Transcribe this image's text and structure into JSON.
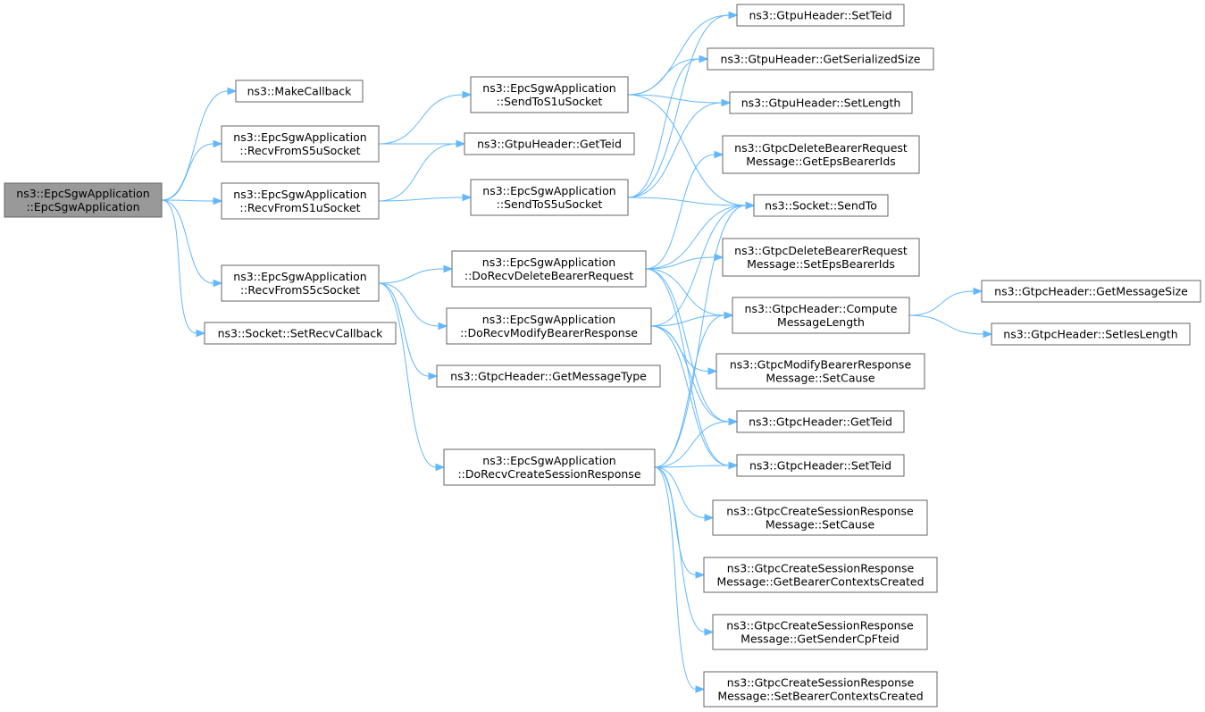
{
  "graph": {
    "root": "n0",
    "colors": {
      "edge": "#63b8ff",
      "node_border": "#666666",
      "root_fill": "#999999",
      "node_fill": "#ffffff"
    },
    "nodes": [
      {
        "id": "n0",
        "lines": [
          "ns3::EpcSgwApplication",
          "::EpcSgwApplication"
        ]
      },
      {
        "id": "n1",
        "lines": [
          "ns3::MakeCallback"
        ]
      },
      {
        "id": "n2",
        "lines": [
          "ns3::EpcSgwApplication",
          "::RecvFromS5uSocket"
        ]
      },
      {
        "id": "n3",
        "lines": [
          "ns3::EpcSgwApplication",
          "::RecvFromS1uSocket"
        ]
      },
      {
        "id": "n4",
        "lines": [
          "ns3::EpcSgwApplication",
          "::RecvFromS5cSocket"
        ]
      },
      {
        "id": "n5",
        "lines": [
          "ns3::Socket::SetRecvCallback"
        ]
      },
      {
        "id": "n6",
        "lines": [
          "ns3::EpcSgwApplication",
          "::SendToS1uSocket"
        ]
      },
      {
        "id": "n7",
        "lines": [
          "ns3::GtpuHeader::GetTeid"
        ]
      },
      {
        "id": "n8",
        "lines": [
          "ns3::EpcSgwApplication",
          "::SendToS5uSocket"
        ]
      },
      {
        "id": "n9",
        "lines": [
          "ns3::EpcSgwApplication",
          "::DoRecvDeleteBearerRequest"
        ]
      },
      {
        "id": "n10",
        "lines": [
          "ns3::EpcSgwApplication",
          "::DoRecvModifyBearerResponse"
        ]
      },
      {
        "id": "n11",
        "lines": [
          "ns3::GtpcHeader::GetMessageType"
        ]
      },
      {
        "id": "n12",
        "lines": [
          "ns3::EpcSgwApplication",
          "::DoRecvCreateSessionResponse"
        ]
      },
      {
        "id": "n13",
        "lines": [
          "ns3::GtpuHeader::SetTeid"
        ]
      },
      {
        "id": "n14",
        "lines": [
          "ns3::GtpuHeader::GetSerializedSize"
        ]
      },
      {
        "id": "n15",
        "lines": [
          "ns3::GtpuHeader::SetLength"
        ]
      },
      {
        "id": "n16",
        "lines": [
          "ns3::GtpcDeleteBearerRequest",
          "Message::GetEpsBearerIds"
        ]
      },
      {
        "id": "n17",
        "lines": [
          "ns3::Socket::SendTo"
        ]
      },
      {
        "id": "n18",
        "lines": [
          "ns3::GtpcDeleteBearerRequest",
          "Message::SetEpsBearerIds"
        ]
      },
      {
        "id": "n19",
        "lines": [
          "ns3::GtpcHeader::Compute",
          "MessageLength"
        ]
      },
      {
        "id": "n20",
        "lines": [
          "ns3::GtpcModifyBearerResponse",
          "Message::SetCause"
        ]
      },
      {
        "id": "n21",
        "lines": [
          "ns3::GtpcHeader::GetTeid"
        ]
      },
      {
        "id": "n22",
        "lines": [
          "ns3::GtpcHeader::SetTeid"
        ]
      },
      {
        "id": "n23",
        "lines": [
          "ns3::GtpcCreateSessionResponse",
          "Message::SetCause"
        ]
      },
      {
        "id": "n24",
        "lines": [
          "ns3::GtpcCreateSessionResponse",
          "Message::GetBearerContextsCreated"
        ]
      },
      {
        "id": "n25",
        "lines": [
          "ns3::GtpcCreateSessionResponse",
          "Message::GetSenderCpFteid"
        ]
      },
      {
        "id": "n26",
        "lines": [
          "ns3::GtpcCreateSessionResponse",
          "Message::SetBearerContextsCreated"
        ]
      },
      {
        "id": "n27",
        "lines": [
          "ns3::GtpcHeader::GetMessageSize"
        ]
      },
      {
        "id": "n28",
        "lines": [
          "ns3::GtpcHeader::SetIesLength"
        ]
      }
    ],
    "edges": [
      [
        "n0",
        "n1"
      ],
      [
        "n0",
        "n2"
      ],
      [
        "n0",
        "n3"
      ],
      [
        "n0",
        "n4"
      ],
      [
        "n0",
        "n5"
      ],
      [
        "n2",
        "n6"
      ],
      [
        "n2",
        "n7"
      ],
      [
        "n3",
        "n7"
      ],
      [
        "n3",
        "n8"
      ],
      [
        "n4",
        "n9"
      ],
      [
        "n4",
        "n10"
      ],
      [
        "n4",
        "n11"
      ],
      [
        "n4",
        "n12"
      ],
      [
        "n6",
        "n13"
      ],
      [
        "n6",
        "n14"
      ],
      [
        "n6",
        "n15"
      ],
      [
        "n6",
        "n17"
      ],
      [
        "n8",
        "n13"
      ],
      [
        "n8",
        "n14"
      ],
      [
        "n8",
        "n15"
      ],
      [
        "n8",
        "n17"
      ],
      [
        "n9",
        "n16"
      ],
      [
        "n9",
        "n17"
      ],
      [
        "n9",
        "n18"
      ],
      [
        "n9",
        "n19"
      ],
      [
        "n9",
        "n21"
      ],
      [
        "n9",
        "n22"
      ],
      [
        "n10",
        "n17"
      ],
      [
        "n10",
        "n19"
      ],
      [
        "n10",
        "n20"
      ],
      [
        "n10",
        "n21"
      ],
      [
        "n10",
        "n22"
      ],
      [
        "n12",
        "n17"
      ],
      [
        "n12",
        "n19"
      ],
      [
        "n12",
        "n21"
      ],
      [
        "n12",
        "n22"
      ],
      [
        "n12",
        "n23"
      ],
      [
        "n12",
        "n24"
      ],
      [
        "n12",
        "n25"
      ],
      [
        "n12",
        "n26"
      ],
      [
        "n19",
        "n27"
      ],
      [
        "n19",
        "n28"
      ]
    ]
  }
}
